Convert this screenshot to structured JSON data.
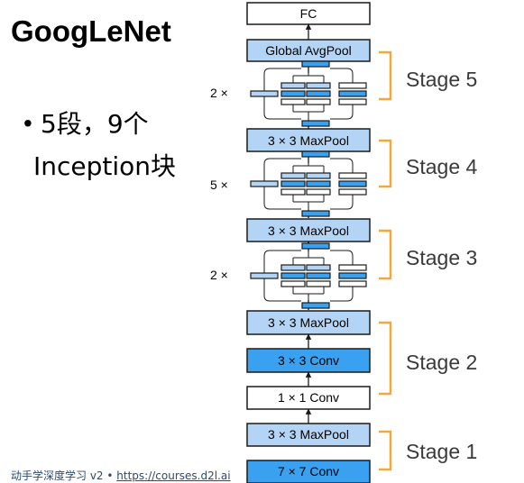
{
  "title": "GoogLeNet",
  "bullets": {
    "dot": "•",
    "line1": "5段，9个",
    "line2": "Inception块"
  },
  "footer": {
    "text": "动手学深度学习 v2 • ",
    "link": "https://courses.d2l.ai"
  },
  "blocks": {
    "fc": "FC",
    "avgpool": "Global AvgPool",
    "maxpool5": "3 × 3 MaxPool",
    "maxpool4": "3 × 3 MaxPool",
    "maxpool3": "3 × 3 MaxPool",
    "conv3x3": "3 × 3 Conv",
    "conv1x1": "1 × 1 Conv",
    "maxpool1": "3 × 3 MaxPool",
    "conv7x7": "7 × 7 Conv"
  },
  "multipliers": {
    "stage5": "2 ×",
    "stage4": "5 ×",
    "stage3": "2 ×"
  },
  "stages": {
    "s5": "Stage 5",
    "s4": "Stage 4",
    "s3": "Stage 3",
    "s2": "Stage 2",
    "s1": "Stage 1"
  },
  "colors": {
    "light_blue": "#b3d4f5",
    "blue": "#3aa0f0",
    "border": "#1a1a1a",
    "bracket": "#f2a93b"
  }
}
